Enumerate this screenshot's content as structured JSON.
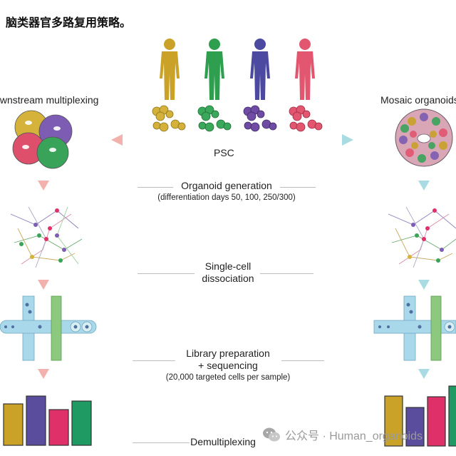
{
  "title": "脑类器官多路复用策略。",
  "left_panel": {
    "title": "Downstream multiplexing"
  },
  "right_panel": {
    "title": "Mosaic organoids"
  },
  "center": {
    "donor_label": "PSC",
    "donor_colors": [
      "#c9a227",
      "#2e9e4f",
      "#4b4aa0",
      "#e2566f"
    ]
  },
  "steps": {
    "generation": {
      "title": "Organoid generation",
      "detail": "(differentiation days 50, 100, 250/300)"
    },
    "dissociation": {
      "line1": "Single-cell",
      "line2": "dissociation"
    },
    "library": {
      "line1": "Library preparation",
      "line2": "+ sequencing",
      "detail": "(20,000 targeted cells per sample)"
    },
    "demux": {
      "title": "Demultiplexing"
    }
  },
  "colors": {
    "gold": "#c9a227",
    "green": "#2e9e4f",
    "purple": "#5b4d9e",
    "pink": "#e0306a",
    "left_arrow": "#f3b1ad",
    "right_arrow": "#a9dbe2",
    "channel": "#a9d8ea"
  },
  "watermark": {
    "icon": "wechat-icon",
    "text": "公众号 · Human_organoids"
  }
}
